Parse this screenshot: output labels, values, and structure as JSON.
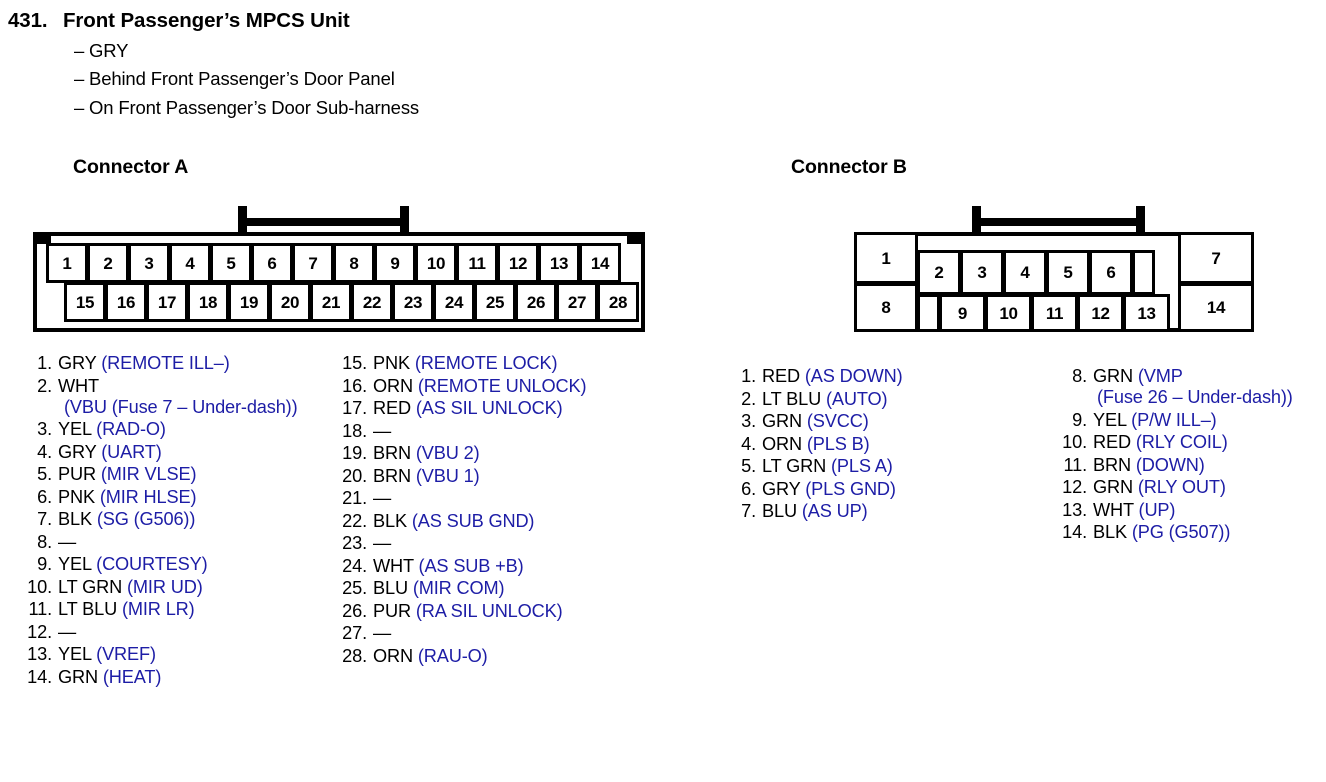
{
  "header": {
    "number": "431.",
    "title": "Front Passenger’s MPCS Unit",
    "dash": "–",
    "bullets": [
      "GRY",
      "Behind Front Passenger’s Door Panel",
      "On Front Passenger’s Door Sub-harness"
    ]
  },
  "colors": {
    "signal_blue": "#1d1da6",
    "outline_black": "#000000",
    "background": "#ffffff"
  },
  "connector_a": {
    "heading": "Connector A",
    "top_row_pins": [
      "1",
      "2",
      "3",
      "4",
      "5",
      "6",
      "7",
      "8",
      "9",
      "10",
      "11",
      "12",
      "13",
      "14"
    ],
    "bottom_row_pins": [
      "15",
      "16",
      "17",
      "18",
      "19",
      "20",
      "21",
      "22",
      "23",
      "24",
      "25",
      "26",
      "27",
      "28"
    ],
    "pins_left": [
      {
        "num": "1.",
        "color": "GRY",
        "signal": "(REMOTE ILL–)"
      },
      {
        "num": "2.",
        "color": "WHT",
        "signal": "",
        "cont": "(VBU (Fuse 7 – Under-dash))"
      },
      {
        "num": "3.",
        "color": "YEL",
        "signal": "(RAD-O)"
      },
      {
        "num": "4.",
        "color": "GRY",
        "signal": "(UART)"
      },
      {
        "num": "5.",
        "color": "PUR",
        "signal": "(MIR VLSE)"
      },
      {
        "num": "6.",
        "color": "PNK",
        "signal": "(MIR HLSE)"
      },
      {
        "num": "7.",
        "color": "BLK",
        "signal": "(SG (G506))"
      },
      {
        "num": "8.",
        "color": "",
        "signal": "",
        "empty": "—"
      },
      {
        "num": "9.",
        "color": "YEL",
        "signal": "(COURTESY)"
      },
      {
        "num": "10.",
        "color": "LT GRN",
        "signal": "(MIR UD)"
      },
      {
        "num": "11.",
        "color": "LT BLU",
        "signal": "(MIR LR)"
      },
      {
        "num": "12.",
        "color": "",
        "signal": "",
        "empty": "—"
      },
      {
        "num": "13.",
        "color": "YEL",
        "signal": "(VREF)"
      },
      {
        "num": "14.",
        "color": "GRN",
        "signal": "(HEAT)"
      }
    ],
    "pins_right": [
      {
        "num": "15.",
        "color": "PNK",
        "signal": "(REMOTE LOCK)"
      },
      {
        "num": "16.",
        "color": "ORN",
        "signal": "(REMOTE UNLOCK)"
      },
      {
        "num": "17.",
        "color": "RED",
        "signal": "(AS SIL UNLOCK)"
      },
      {
        "num": "18.",
        "color": "",
        "signal": "",
        "empty": "—"
      },
      {
        "num": "19.",
        "color": "BRN",
        "signal": "(VBU 2)"
      },
      {
        "num": "20.",
        "color": "BRN",
        "signal": "(VBU 1)"
      },
      {
        "num": "21.",
        "color": "",
        "signal": "",
        "empty": "—"
      },
      {
        "num": "22.",
        "color": "BLK",
        "signal": "(AS SUB GND)"
      },
      {
        "num": "23.",
        "color": "",
        "signal": "",
        "empty": "—"
      },
      {
        "num": "24.",
        "color": "WHT",
        "signal": "(AS SUB +B)"
      },
      {
        "num": "25.",
        "color": "BLU",
        "signal": "(MIR COM)"
      },
      {
        "num": "26.",
        "color": "PUR",
        "signal": "(RA SIL UNLOCK)"
      },
      {
        "num": "27.",
        "color": "",
        "signal": "",
        "empty": "—"
      },
      {
        "num": "28.",
        "color": "ORN",
        "signal": "(RAU-O)"
      }
    ]
  },
  "connector_b": {
    "heading": "Connector B",
    "top_row_pins": [
      "1",
      "2",
      "3",
      "4",
      "5",
      "6",
      "",
      "7"
    ],
    "bottom_row_pins": [
      "8",
      "",
      "9",
      "10",
      "11",
      "12",
      "13",
      "14"
    ],
    "pins_left": [
      {
        "num": "1.",
        "color": "RED",
        "signal": "(AS DOWN)"
      },
      {
        "num": "2.",
        "color": "LT BLU",
        "signal": "(AUTO)"
      },
      {
        "num": "3.",
        "color": "GRN",
        "signal": "(SVCC)"
      },
      {
        "num": "4.",
        "color": "ORN",
        "signal": "(PLS B)"
      },
      {
        "num": "5.",
        "color": "LT GRN",
        "signal": "(PLS A)"
      },
      {
        "num": "6.",
        "color": "GRY",
        "signal": "(PLS GND)"
      },
      {
        "num": "7.",
        "color": "BLU",
        "signal": "(AS UP)"
      }
    ],
    "pins_right": [
      {
        "num": "8.",
        "color": "GRN",
        "signal": "(VMP",
        "cont": "(Fuse 26 – Under-dash))"
      },
      {
        "num": "9.",
        "color": "YEL",
        "signal": "(P/W ILL–)"
      },
      {
        "num": "10.",
        "color": "RED",
        "signal": "(RLY COIL)"
      },
      {
        "num": "11.",
        "color": "BRN",
        "signal": "(DOWN)"
      },
      {
        "num": "12.",
        "color": "GRN",
        "signal": "(RLY OUT)"
      },
      {
        "num": "13.",
        "color": "WHT",
        "signal": "(UP)"
      },
      {
        "num": "14.",
        "color": "BLK",
        "signal": "(PG (G507))"
      }
    ]
  }
}
